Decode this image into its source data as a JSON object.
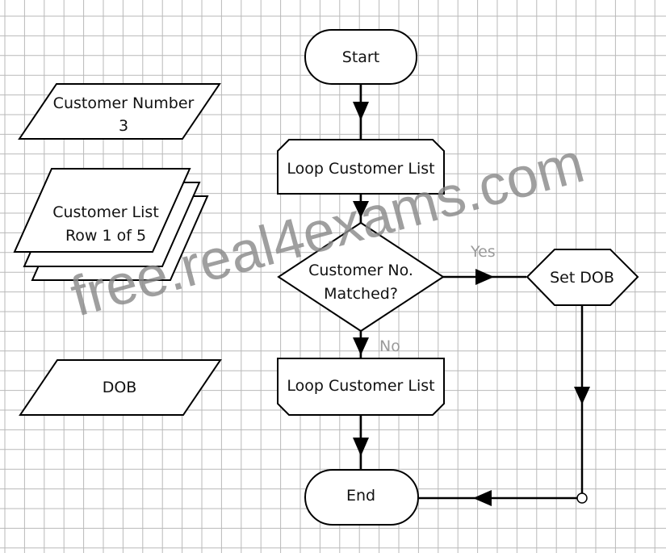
{
  "diagram": {
    "start_label": "Start",
    "end_label": "End",
    "loop_top_label": "Loop Customer List",
    "loop_bottom_label": "Loop Customer List",
    "decision_line1": "Customer No.",
    "decision_line2": "Matched?",
    "yes_label": "Yes",
    "no_label": "No",
    "set_dob_label": "Set DOB",
    "customer_number_line1": "Customer Number",
    "customer_number_line2": "3",
    "customer_list_line1": "Customer List",
    "customer_list_line2": "Row 1 of 5",
    "dob_label": "DOB"
  },
  "watermark": "free.real4exams.com",
  "colors": {
    "grid": "#b9b9b9",
    "stroke": "#000000",
    "watermark": "#8a8a8a"
  }
}
